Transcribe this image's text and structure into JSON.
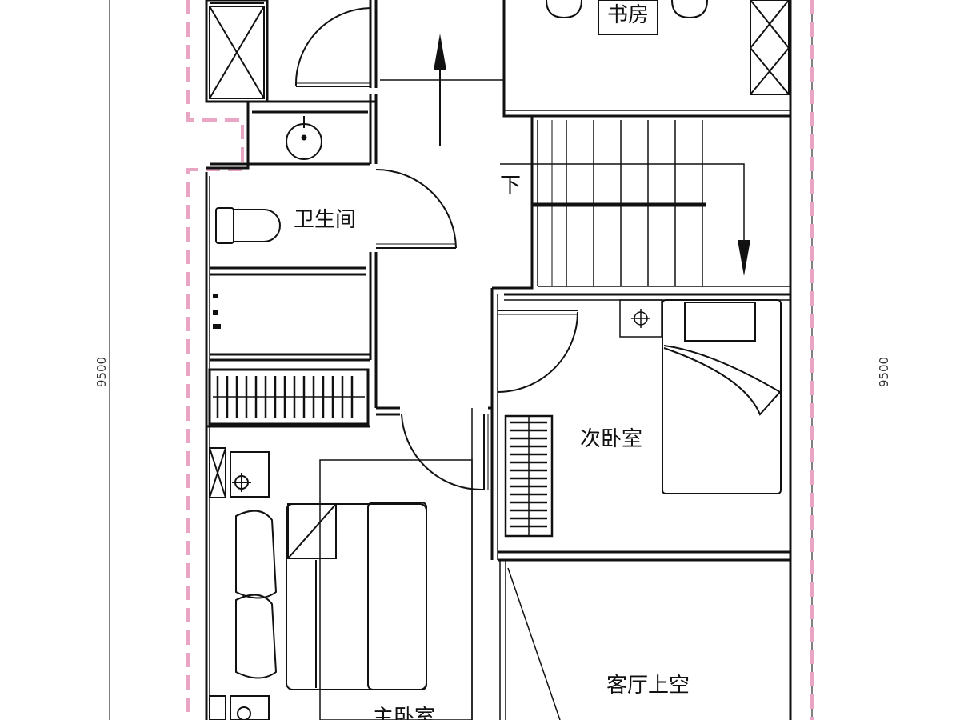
{
  "plan": {
    "rooms": {
      "study": "书房",
      "bathroom": "卫生间",
      "second_bedroom": "次卧室",
      "master_bedroom": "主卧室",
      "living_void": "客厅上空"
    },
    "stair_label": "下",
    "dimensions": {
      "left": "9500",
      "right": "9500"
    },
    "colors": {
      "wall": "#111111",
      "boundary_dashed": "#e8a6c4",
      "dimension_line": "#555555"
    }
  }
}
